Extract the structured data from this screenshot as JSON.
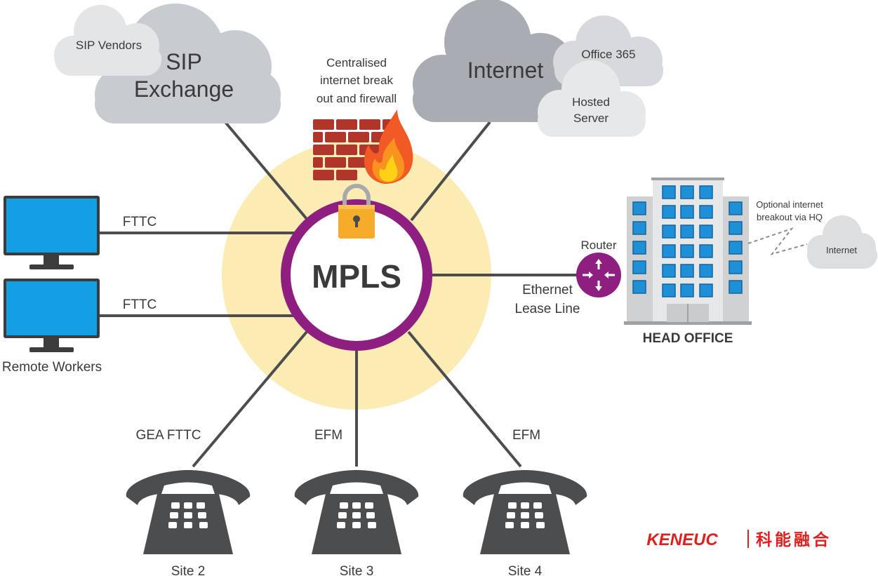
{
  "center": {
    "label": "MPLS"
  },
  "clouds": {
    "sip_exchange_line1": "SIP",
    "sip_exchange_line2": "Exchange",
    "sip_vendors": "SIP Vendors",
    "internet": "Internet",
    "office365": "Office 365",
    "hosted_server_line1": "Hosted",
    "hosted_server_line2": "Server",
    "hq_internet": "Internet"
  },
  "firewall": {
    "line1": "Centralised",
    "line2": "internet break",
    "line3": "out and firewall"
  },
  "links": {
    "fttc_top": "FTTC",
    "fttc_bottom": "FTTC",
    "ethernet_line1": "Ethernet",
    "ethernet_line2": "Lease Line",
    "gea_fttc": "GEA FTTC",
    "efm_site3": "EFM",
    "efm_site4": "EFM"
  },
  "router": {
    "label": "Router"
  },
  "head_office": {
    "label": "HEAD OFFICE",
    "optional_line1": "Optional internet",
    "optional_line2": "breakout via HQ"
  },
  "remote_workers": {
    "label": "Remote Workers"
  },
  "sites": [
    {
      "label": "Site 2"
    },
    {
      "label": "Site 3"
    },
    {
      "label": "Site 4"
    }
  ],
  "brand": {
    "latin": "KENEUC",
    "cjk": "科能融合"
  },
  "colors": {
    "halo": "#fbecb4",
    "ring": "#8e1f80",
    "cloud": "#c8ccd1",
    "cloud_dark": "#a9adb3",
    "monitor": "#149ee4",
    "phone": "#4c4d4f",
    "brick": "#b0352b",
    "lock": "#f5ac2b",
    "building_window": "#1e90d8",
    "brand_red": "#e0201f"
  }
}
